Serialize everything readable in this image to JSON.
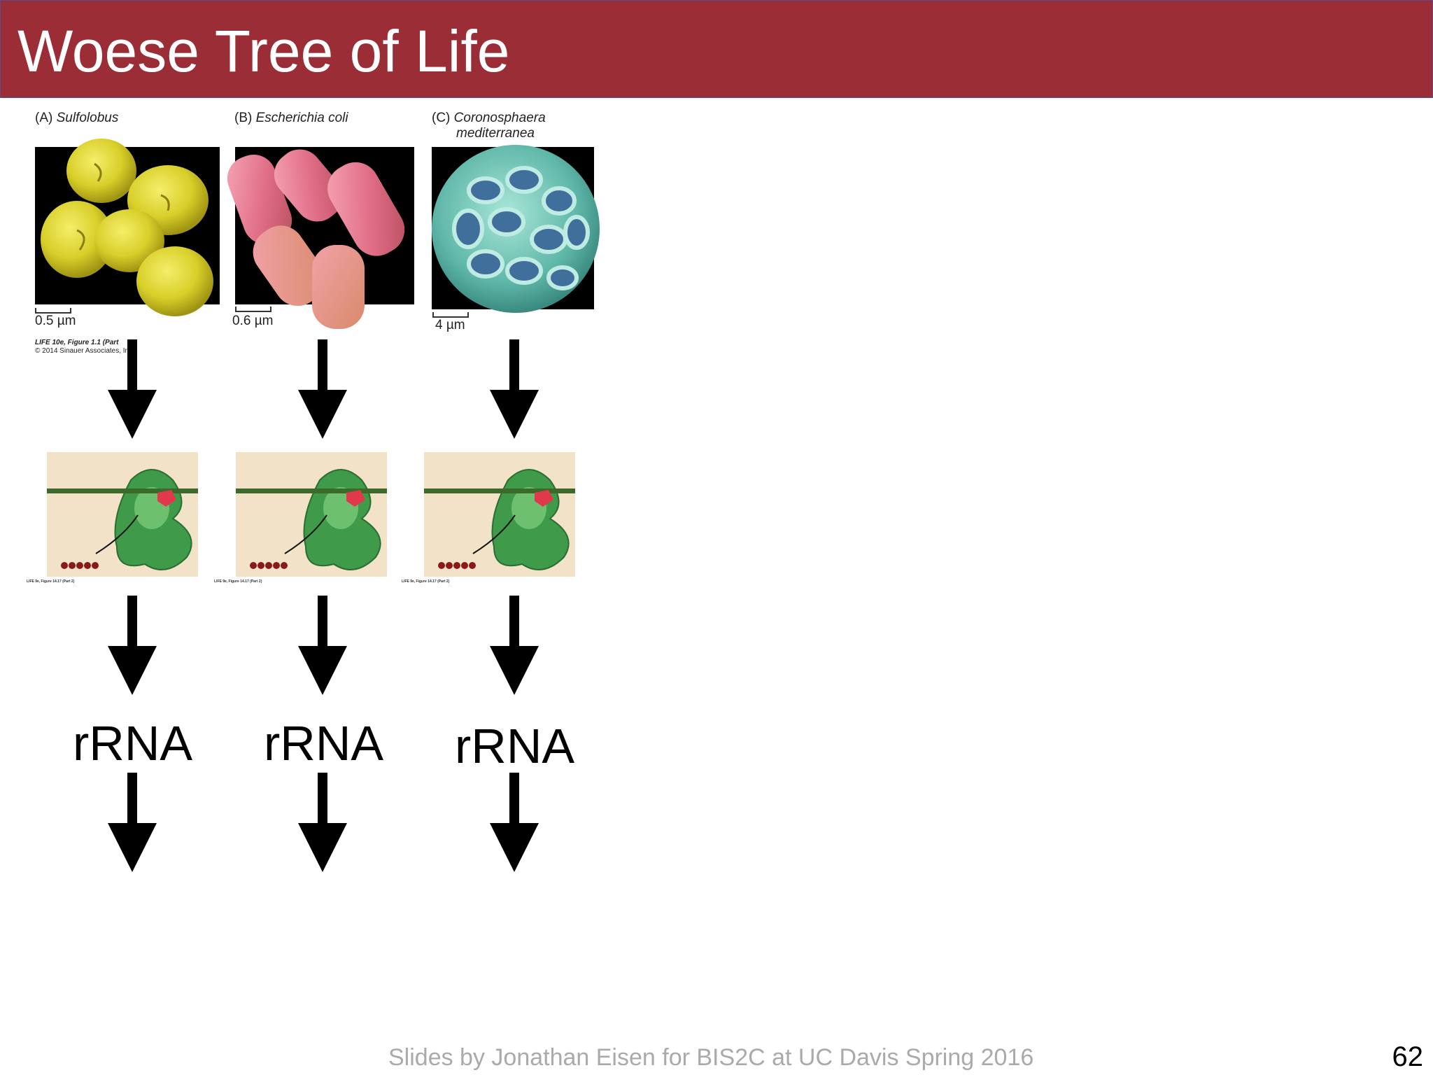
{
  "slide": {
    "title": "Woese Tree of Life",
    "footer": "Slides by Jonathan Eisen for BIS2C at UC Davis Spring 2016",
    "page_number": "62",
    "title_bar_color": "#9b2d36"
  },
  "panels": [
    {
      "letter": "(A)",
      "organism": "Sulfolobus",
      "scale": "0.5 µm"
    },
    {
      "letter": "(B)",
      "organism": "Escherichia coli",
      "scale": "0.6 µm"
    },
    {
      "letter": "(C)",
      "organism_line1": "Coronosphaera",
      "organism_line2": "mediterranea",
      "scale": "4 µm"
    }
  ],
  "figure_credit": {
    "line1": "LIFE 10e, Figure 1.1 (Part",
    "line2": "© 2014 Sinauer Associates, Inc."
  },
  "ribosome_caption": "LIFE 9e, Figure 14.17 (Part 2)",
  "rrna_labels": [
    "rRNA",
    "rRNA",
    "rRNA"
  ]
}
